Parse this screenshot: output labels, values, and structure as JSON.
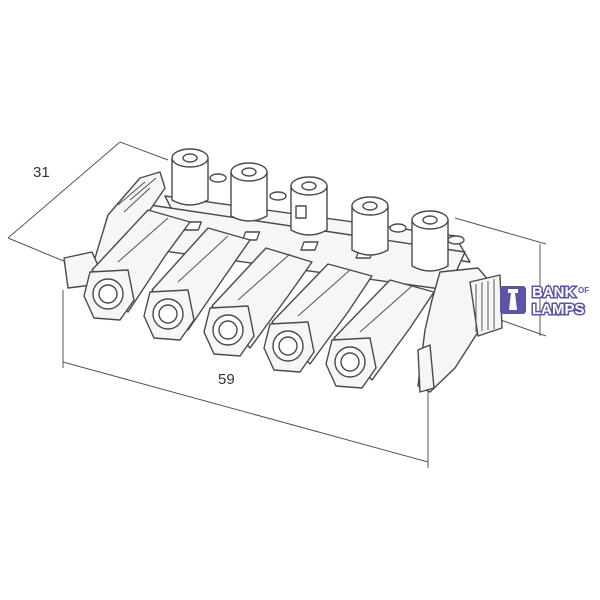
{
  "dimensions": {
    "depth": "31",
    "width": "59"
  },
  "watermark": {
    "line1": "BANK",
    "of": "OF",
    "line2": "LAMPS",
    "color": "#5a56a6"
  },
  "colors": {
    "line": "#4a4a4a",
    "background": "#ffffff"
  }
}
